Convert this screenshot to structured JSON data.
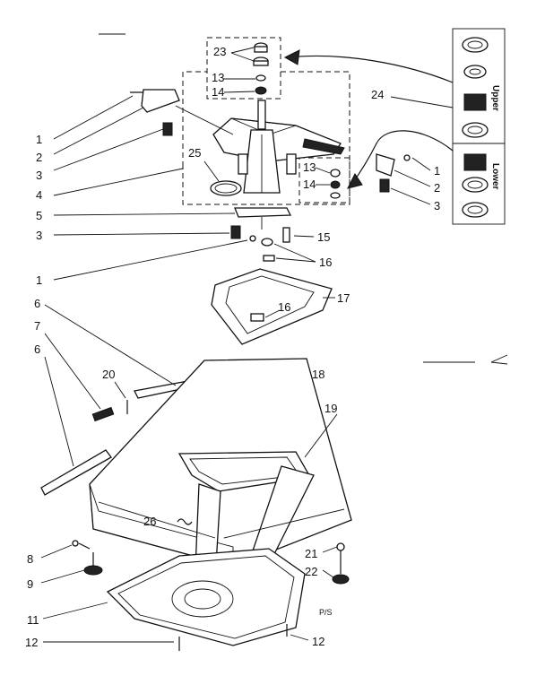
{
  "labels": {
    "l1_top": "1",
    "l2_top": "2",
    "l3_top": "3",
    "l4": "4",
    "l25": "25",
    "l23": "23",
    "l13_top": "13",
    "l14_top": "14",
    "l24": "24",
    "l13_right": "13",
    "l14_right": "14",
    "l1_right": "1",
    "l2_right": "2",
    "l3_right": "3",
    "l5": "5",
    "l3_mid": "3",
    "l15": "15",
    "l1_mid": "1",
    "l16_top": "16",
    "l17": "17",
    "l16_low": "16",
    "l6_a": "6",
    "l7": "7",
    "l6_b": "6",
    "l20": "20",
    "l18": "18",
    "l19": "19",
    "l26": "26",
    "l8": "8",
    "l9": "9",
    "l21": "21",
    "l22": "22",
    "l11": "11",
    "l12_left": "12",
    "l12_right": "12"
  },
  "side_labels": {
    "upper": "Upper",
    "lower": "Lower"
  },
  "page_mark": "P/S"
}
